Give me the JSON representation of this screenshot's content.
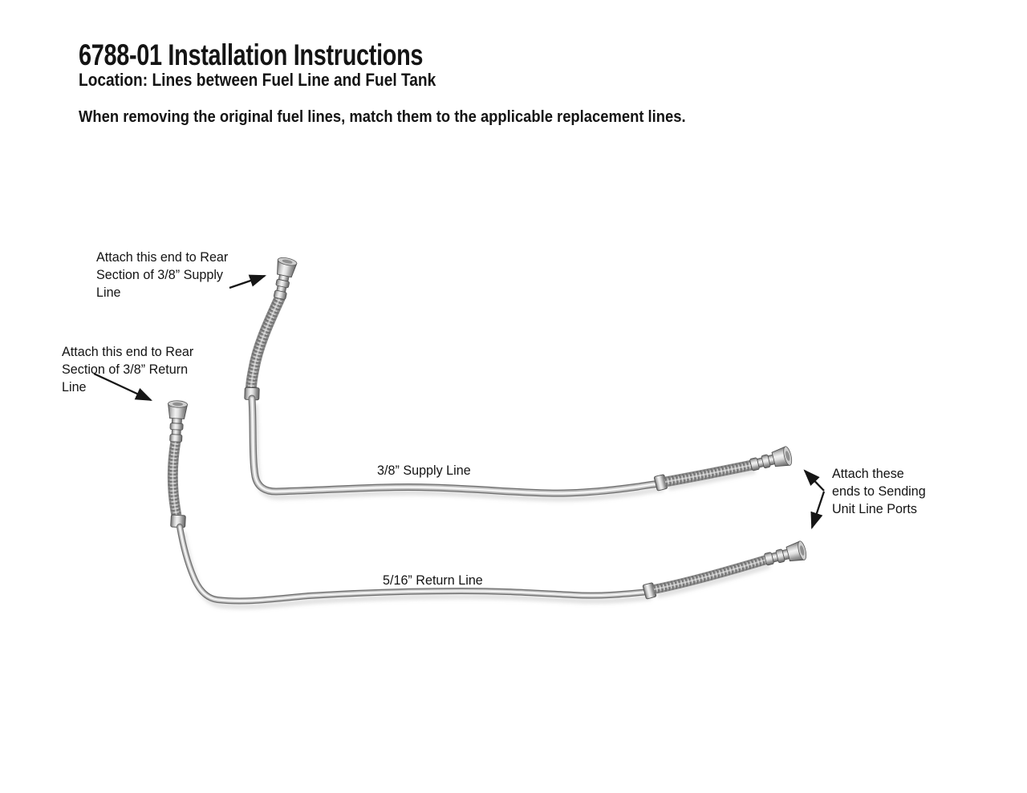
{
  "header": {
    "title": "6788-01 Installation Instructions",
    "location": "Location: Lines between Fuel Line and Fuel Tank",
    "instruction": "When removing the original fuel lines, match them to the applicable replacement lines."
  },
  "diagram": {
    "annotations": {
      "supply_rear": {
        "lines": [
          "Attach this end to Rear",
          "Section of 3/8” Supply",
          "Line"
        ]
      },
      "return_rear": {
        "lines": [
          "Attach this end to Rear",
          "Section of 3/8” Return",
          "Line"
        ]
      },
      "sending_unit": {
        "lines": [
          "Attach these",
          "ends to Sending",
          "Unit Line Ports"
        ]
      }
    },
    "labels": {
      "supply_line": "3/8” Supply Line",
      "return_line": "5/16” Return Line"
    },
    "colors": {
      "background": "#ffffff",
      "text": "#141414",
      "arrow": "#161616",
      "metal_highlight": "#f2f2f2",
      "metal_mid": "#b5b5b5",
      "metal_shadow": "#6f6f6f",
      "braid": "#8b8b8b"
    }
  }
}
